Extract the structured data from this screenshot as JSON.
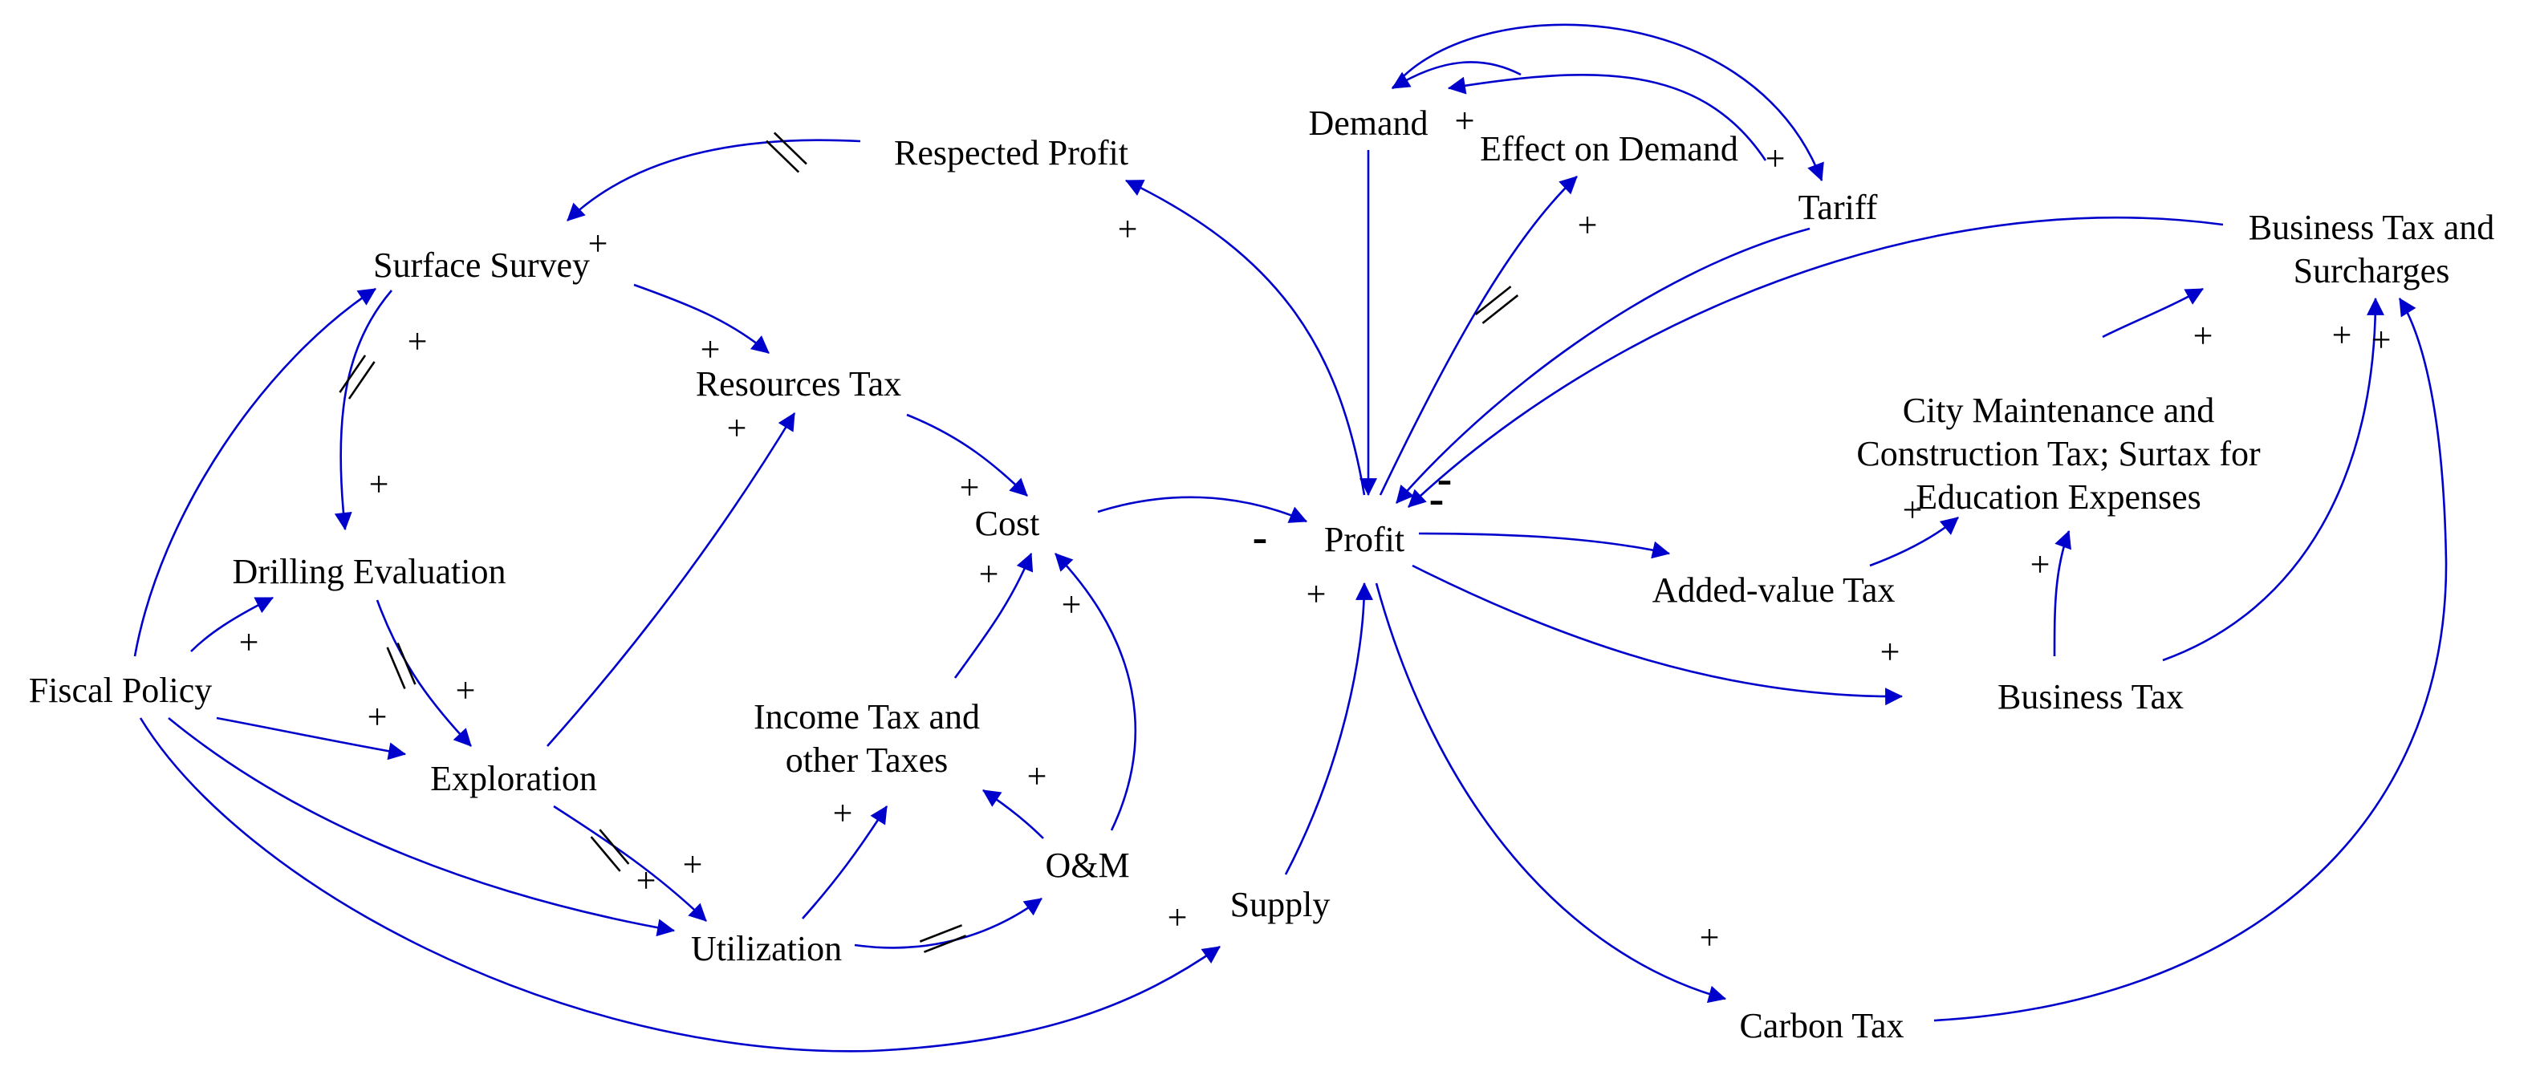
{
  "diagram": {
    "type": "causal-loop-diagram",
    "colors": {
      "arrow": "#0000cc",
      "text": "#000000",
      "background": "#ffffff"
    },
    "nodes": [
      {
        "id": "respected-profit",
        "label": "Respected Profit"
      },
      {
        "id": "demand",
        "label": "Demand"
      },
      {
        "id": "effect-on-demand",
        "label": "Effect on Demand"
      },
      {
        "id": "tariff",
        "label": "Tariff"
      },
      {
        "id": "business-tax-surcharges",
        "label": [
          "Business Tax and",
          "Surcharges"
        ]
      },
      {
        "id": "surface-survey",
        "label": "Surface Survey"
      },
      {
        "id": "resources-tax",
        "label": "Resources Tax"
      },
      {
        "id": "city-maintenance-tax",
        "label": [
          "City Maintenance and",
          "Construction Tax; Surtax for",
          "Education Expenses"
        ]
      },
      {
        "id": "cost",
        "label": "Cost"
      },
      {
        "id": "profit",
        "label": "Profit"
      },
      {
        "id": "drilling-evaluation",
        "label": "Drilling Evaluation"
      },
      {
        "id": "added-value-tax",
        "label": "Added-value Tax"
      },
      {
        "id": "fiscal-policy",
        "label": "Fiscal Policy"
      },
      {
        "id": "business-tax",
        "label": "Business Tax"
      },
      {
        "id": "income-tax",
        "label": [
          "Income Tax and",
          "other Taxes"
        ]
      },
      {
        "id": "exploration",
        "label": "Exploration"
      },
      {
        "id": "om",
        "label": "O&M"
      },
      {
        "id": "supply",
        "label": "Supply"
      },
      {
        "id": "utilization",
        "label": "Utilization"
      },
      {
        "id": "carbon-tax",
        "label": "Carbon Tax"
      }
    ],
    "links": [
      {
        "from": "respected-profit",
        "to": "surface-survey",
        "polarity": "+",
        "delay": true
      },
      {
        "from": "profit",
        "to": "respected-profit",
        "polarity": "+",
        "delay": false
      },
      {
        "from": "demand",
        "to": "profit",
        "polarity": "",
        "delay": false
      },
      {
        "from": "demand",
        "to": "tariff",
        "polarity": "+",
        "delay": false
      },
      {
        "from": "tariff",
        "to": "effect-on-demand",
        "polarity": "+",
        "delay": false
      },
      {
        "from": "effect-on-demand",
        "to": "demand",
        "polarity": "+",
        "delay": false
      },
      {
        "from": "profit",
        "to": "effect-on-demand",
        "polarity": "+",
        "delay": true
      },
      {
        "from": "tariff",
        "to": "profit",
        "polarity": "-",
        "delay": false
      },
      {
        "from": "business-tax-surcharges",
        "to": "profit",
        "polarity": "-",
        "delay": false
      },
      {
        "from": "surface-survey",
        "to": "resources-tax",
        "polarity": "+",
        "delay": false
      },
      {
        "from": "surface-survey",
        "to": "drilling-evaluation",
        "polarity": "+",
        "delay": true
      },
      {
        "from": "fiscal-policy",
        "to": "surface-survey",
        "polarity": "+",
        "delay": false
      },
      {
        "from": "resources-tax",
        "to": "cost",
        "polarity": "+",
        "delay": false
      },
      {
        "from": "exploration",
        "to": "resources-tax",
        "polarity": "+",
        "delay": false
      },
      {
        "from": "cost",
        "to": "profit",
        "polarity": "-",
        "delay": false
      },
      {
        "from": "fiscal-policy",
        "to": "drilling-evaluation",
        "polarity": "+",
        "delay": false
      },
      {
        "from": "drilling-evaluation",
        "to": "exploration",
        "polarity": "+",
        "delay": true
      },
      {
        "from": "fiscal-policy",
        "to": "exploration",
        "polarity": "+",
        "delay": false
      },
      {
        "from": "fiscal-policy",
        "to": "utilization",
        "polarity": "+",
        "delay": false
      },
      {
        "from": "fiscal-policy",
        "to": "supply",
        "polarity": "+",
        "delay": false
      },
      {
        "from": "exploration",
        "to": "utilization",
        "polarity": "+",
        "delay": true
      },
      {
        "from": "income-tax",
        "to": "cost",
        "polarity": "+",
        "delay": false
      },
      {
        "from": "om",
        "to": "cost",
        "polarity": "+",
        "delay": false
      },
      {
        "from": "utilization",
        "to": "income-tax",
        "polarity": "+",
        "delay": false
      },
      {
        "from": "om",
        "to": "income-tax",
        "polarity": "+",
        "delay": false
      },
      {
        "from": "utilization",
        "to": "om",
        "polarity": "",
        "delay": true
      },
      {
        "from": "supply",
        "to": "profit",
        "polarity": "+",
        "delay": false
      },
      {
        "from": "profit",
        "to": "added-value-tax",
        "polarity": "",
        "delay": false
      },
      {
        "from": "added-value-tax",
        "to": "city-maintenance-tax",
        "polarity": "+",
        "delay": false
      },
      {
        "from": "city-maintenance-tax",
        "to": "business-tax-surcharges",
        "polarity": "+",
        "delay": false
      },
      {
        "from": "profit",
        "to": "business-tax",
        "polarity": "+",
        "delay": false
      },
      {
        "from": "business-tax",
        "to": "city-maintenance-tax",
        "polarity": "+",
        "delay": false
      },
      {
        "from": "business-tax",
        "to": "business-tax-surcharges",
        "polarity": "+",
        "delay": false
      },
      {
        "from": "profit",
        "to": "carbon-tax",
        "polarity": "+",
        "delay": false
      },
      {
        "from": "carbon-tax",
        "to": "business-tax-surcharges",
        "polarity": "+",
        "delay": false
      }
    ]
  }
}
